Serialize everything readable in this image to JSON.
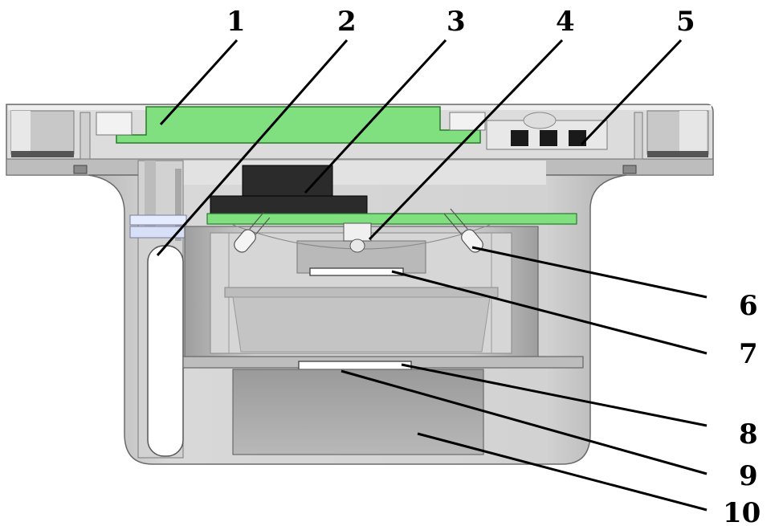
{
  "callouts": [
    {
      "id": "1",
      "label": "1"
    },
    {
      "id": "2",
      "label": "2"
    },
    {
      "id": "3",
      "label": "3"
    },
    {
      "id": "4",
      "label": "4"
    },
    {
      "id": "5",
      "label": "5"
    },
    {
      "id": "6",
      "label": "6"
    },
    {
      "id": "7",
      "label": "7"
    },
    {
      "id": "8",
      "label": "8"
    },
    {
      "id": "9",
      "label": "9"
    },
    {
      "id": "10",
      "label": "10"
    }
  ],
  "colors": {
    "pcb_green": "#7fe07f",
    "pcb_border": "#1f7a1f",
    "housing_gray": "#c9c9c9",
    "housing_dark": "#a9a9a9",
    "chip_black": "#2a2a2a",
    "chamber_gray": "#bdbdbd",
    "lower_box": "#a8a8a8"
  }
}
